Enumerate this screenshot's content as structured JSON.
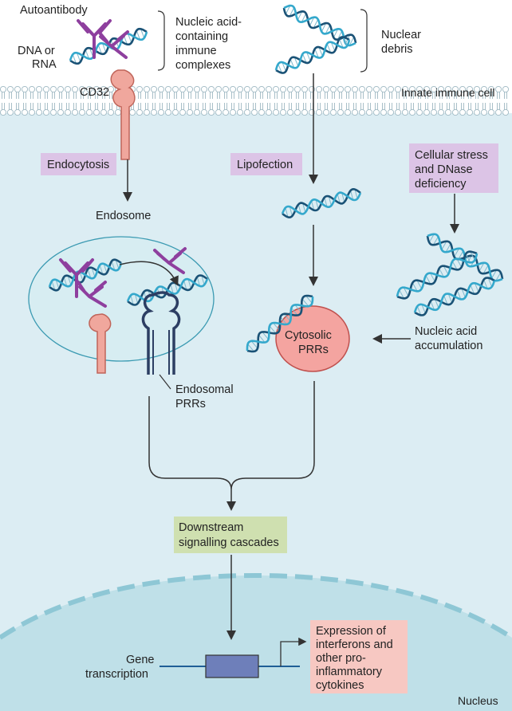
{
  "labels": {
    "autoantibody": "Autoantibody",
    "dna_or_rna_1": "DNA or",
    "dna_or_rna_2": "RNA",
    "immune_complexes_1": "Nucleic acid-",
    "immune_complexes_2": "containing",
    "immune_complexes_3": "immune",
    "immune_complexes_4": "complexes",
    "nuclear_debris_1": "Nuclear",
    "nuclear_debris_2": "debris",
    "cd32": "CD32",
    "innate_immune_cell": "Innate immune cell",
    "endocytosis": "Endocytosis",
    "lipofection": "Lipofection",
    "cellular_stress_1": "Cellular stress",
    "cellular_stress_2": "and DNase",
    "cellular_stress_3": "deficiency",
    "endosome": "Endosome",
    "endosomal_prrs_1": "Endosomal",
    "endosomal_prrs_2": "PRRs",
    "cytosolic_prrs_1": "Cytosolic",
    "cytosolic_prrs_2": "PRRs",
    "nucleic_acid_accumulation_1": "Nucleic acid",
    "nucleic_acid_accumulation_2": "accumulation",
    "downstream_1": "Downstream",
    "downstream_2": "signalling cascades",
    "gene_transcription_1": "Gene",
    "gene_transcription_2": "transcription",
    "expression_1": "Expression of",
    "expression_2": "interferons and",
    "expression_3": "other pro-",
    "expression_4": "inflammatory",
    "expression_5": "cytokines",
    "nucleus": "Nucleus"
  },
  "colors": {
    "cytoplasm": "#dcedf3",
    "nucleus": "#bfe0e8",
    "nuclear_envelope": "#8ec7d5",
    "membrane_head": "#ffffff",
    "membrane_stroke": "#9fb9c3",
    "purple_box": "#dcc4e6",
    "green_box": "#cfe0b0",
    "pink_box": "#f7c8c2",
    "cytosolic_prr": "#f4a4a0",
    "cd32": "#f0a79d",
    "antibody": "#8e3f9e",
    "dna_dark": "#1a5276",
    "dna_light": "#34a8cc",
    "endosomal_prr": "#2c3e63",
    "gene_box": "#6e7fba",
    "arrow": "#333333"
  },
  "icons": [
    "autoantibody-icon",
    "dna-helix-icon",
    "cd32-receptor-icon",
    "endosomal-prr-icon",
    "cytosolic-prr-icon",
    "gene-icon"
  ]
}
